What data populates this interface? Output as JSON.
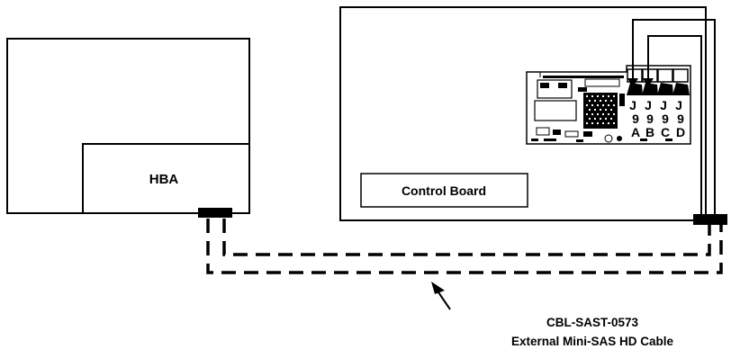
{
  "diagram": {
    "hba_label": "HBA",
    "control_board_label": "Control Board",
    "connector_labels": [
      "J",
      "J",
      "J",
      "J"
    ],
    "connector_numbers": [
      "9",
      "9",
      "9",
      "9"
    ],
    "connector_letters": [
      "A",
      "B",
      "C",
      "D"
    ],
    "cable_part_number": "CBL-SAST-0573",
    "cable_description": "External Mini-SAS HD Cable"
  }
}
